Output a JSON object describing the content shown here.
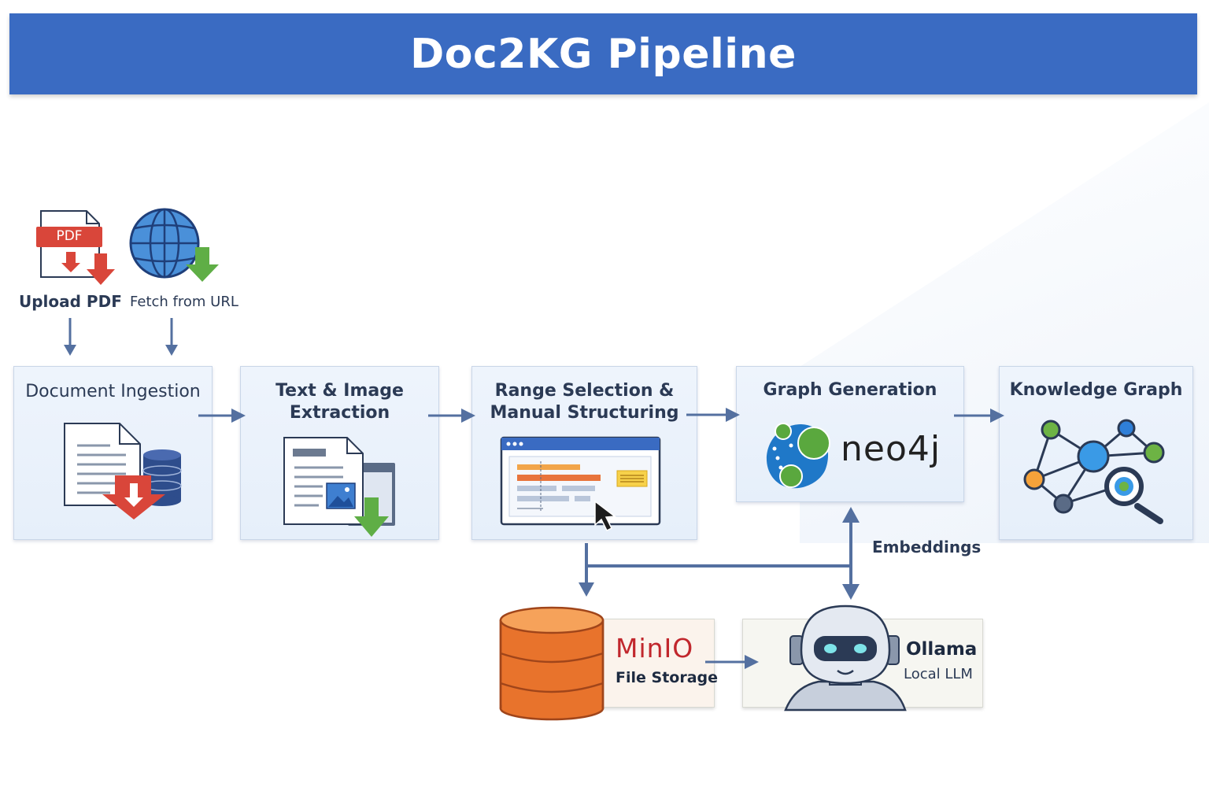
{
  "title": "Doc2KG Pipeline",
  "sources": {
    "upload_pdf": "Upload PDF",
    "pdf_badge": "PDF",
    "fetch_url": "Fetch from URL"
  },
  "stages": {
    "ingestion": "Document Ingestion",
    "extraction_line1": "Text & Image",
    "extraction_line2": "Extraction",
    "range_line1": "Range Selection &",
    "range_line2": "Manual Structuring",
    "graph_generation": "Graph Generation",
    "neo4j_logo": "neo4j",
    "knowledge_graph": "Knowledge Graph"
  },
  "storage": {
    "minio_logo": "MinIO",
    "minio_sub": "File Storage"
  },
  "llm": {
    "name": "Ollama",
    "sub": "Local LLM"
  },
  "edges": {
    "embeddings": "Embeddings"
  },
  "colors": {
    "banner": "#3a6bc2",
    "arrow": "#5470a0",
    "pdf_red": "#d9463a",
    "download_green": "#5fae46",
    "minio_orange": "#e8732c",
    "minio_red": "#c1272d",
    "neo4j_blue": "#1f78c8",
    "neo4j_green": "#5aa83e"
  },
  "icons": [
    "pdf-download-icon",
    "globe-download-icon",
    "document-database-icon",
    "document-image-icon",
    "range-selection-window-icon",
    "neo4j-logo-icon",
    "knowledge-graph-icon",
    "minio-cylinder-icon",
    "robot-icon"
  ]
}
